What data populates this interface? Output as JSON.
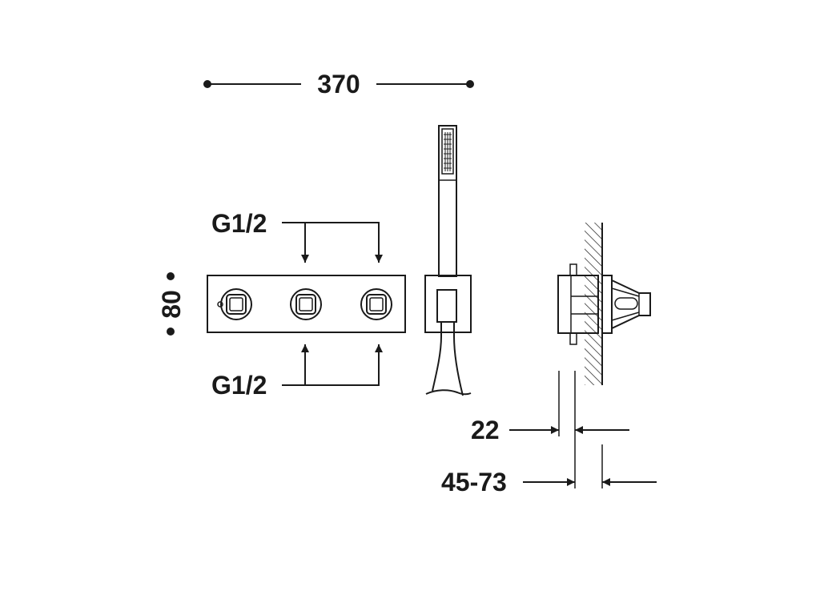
{
  "dimensions": {
    "overall_width": "370",
    "plate_height": "80",
    "inlet_top": "G1/2",
    "inlet_bottom": "G1/2",
    "plate_projection": "22",
    "wall_depth_range": "45-73"
  }
}
